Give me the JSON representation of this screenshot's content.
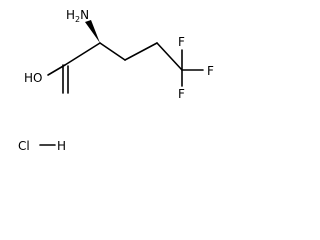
{
  "molecule": {
    "amine": {
      "symbol": "H",
      "subscript": "2",
      "suffix": "N"
    },
    "hydroxyl": "HO",
    "fluorines": [
      "F",
      "F",
      "F"
    ],
    "chloride": "Cl",
    "hydrogen": "H"
  }
}
